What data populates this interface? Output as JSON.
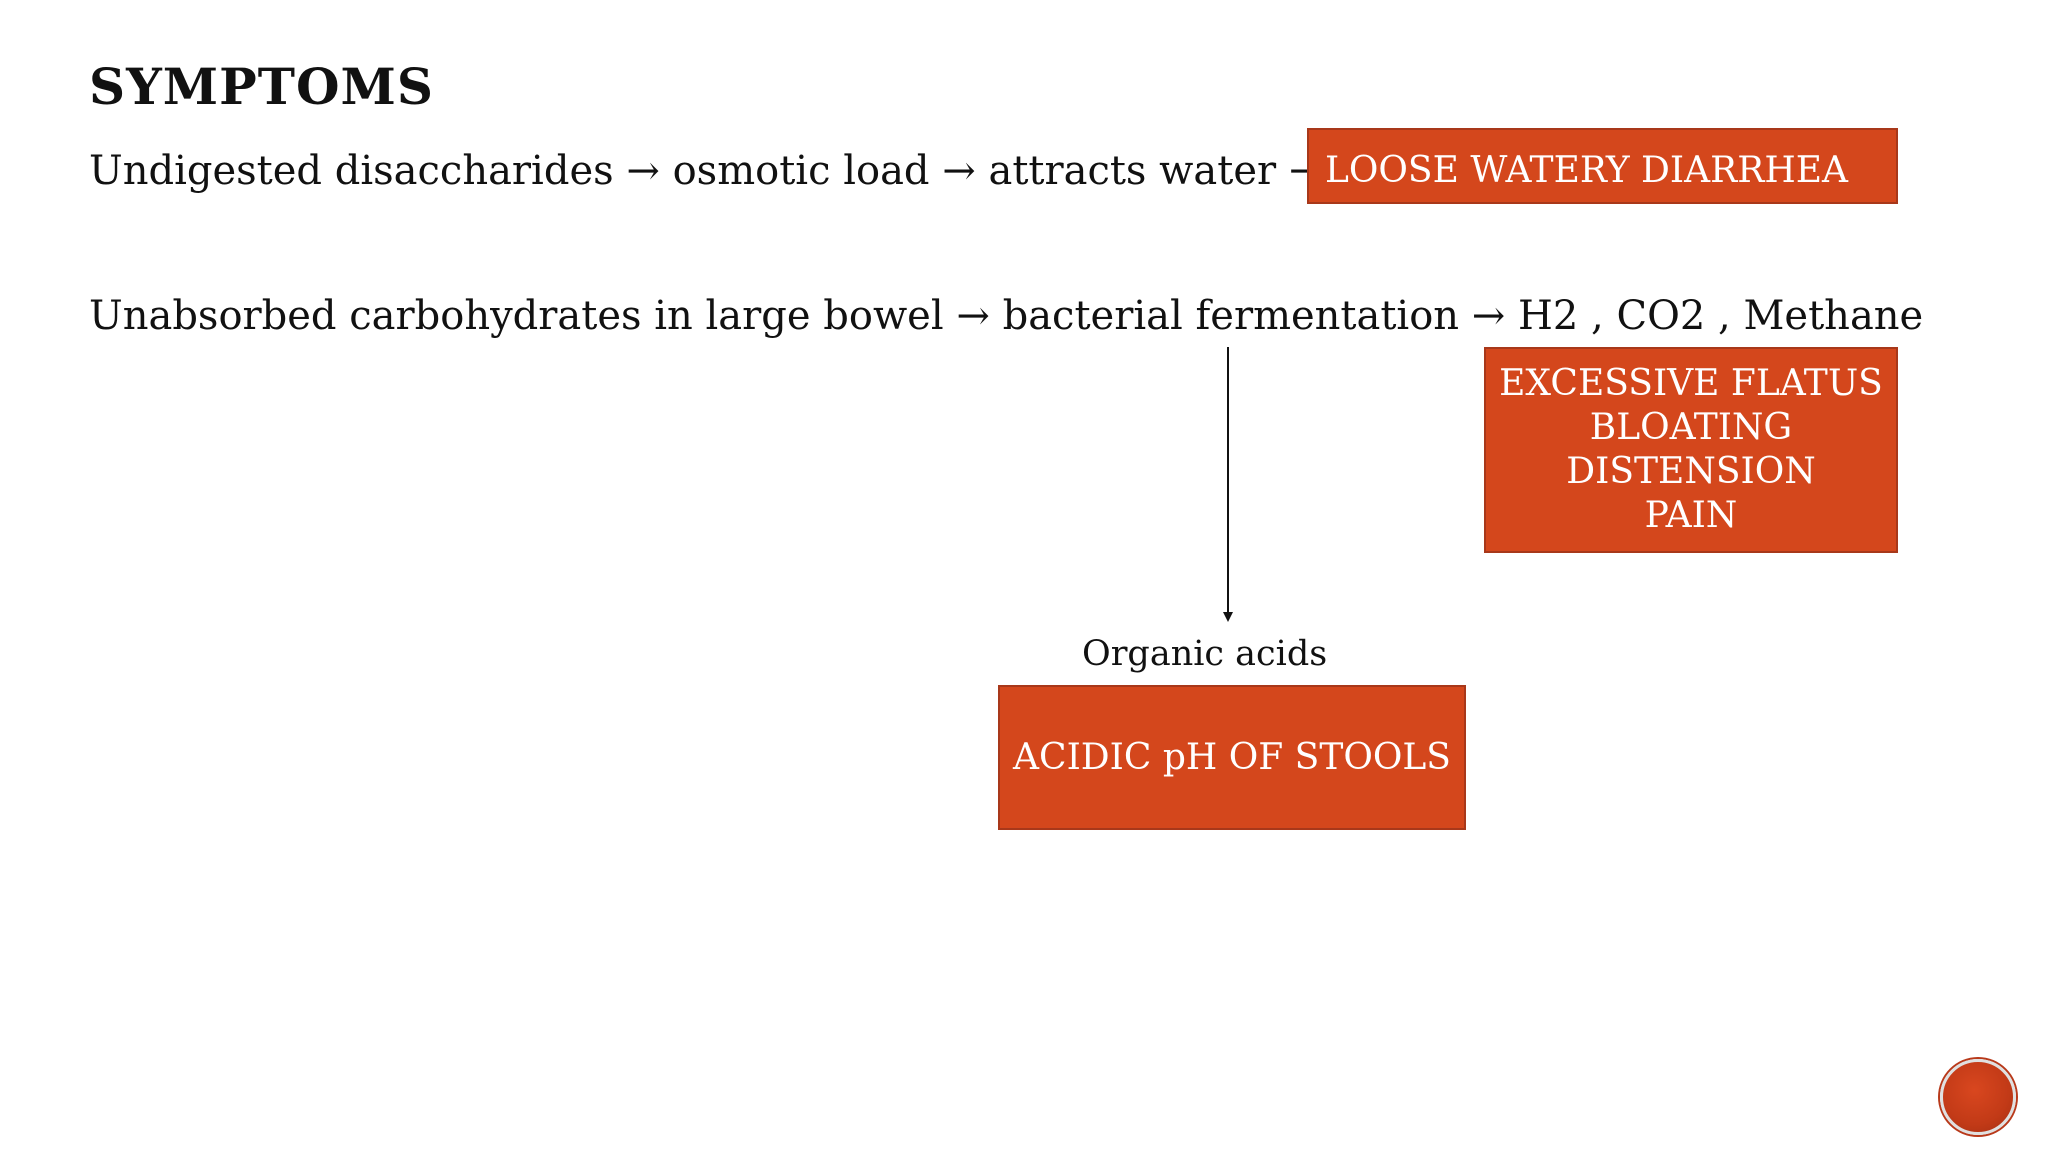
{
  "slide": {
    "title": "SYMPTOMS",
    "line1": "Undigested disaccharides → osmotic load → attracts water →",
    "line2": "Unabsorbed carbohydrates in  large bowel → bacterial fermentation → H2 , CO2 , Methane",
    "organic_label": "Organic acids"
  },
  "boxes": {
    "diarrhea": "LOOSE WATERY DIARRHEA",
    "flatus": [
      "EXCESSIVE FLATUS",
      "BLOATING",
      "DISTENSION",
      "PAIN"
    ],
    "acidic": "ACIDIC pH OF STOOLS"
  },
  "colors": {
    "box_fill": "#d4471c",
    "box_border": "#a8381a",
    "text": "#111111",
    "box_text": "#ffffff"
  },
  "icons": {
    "nav": "circle-nav-icon"
  }
}
